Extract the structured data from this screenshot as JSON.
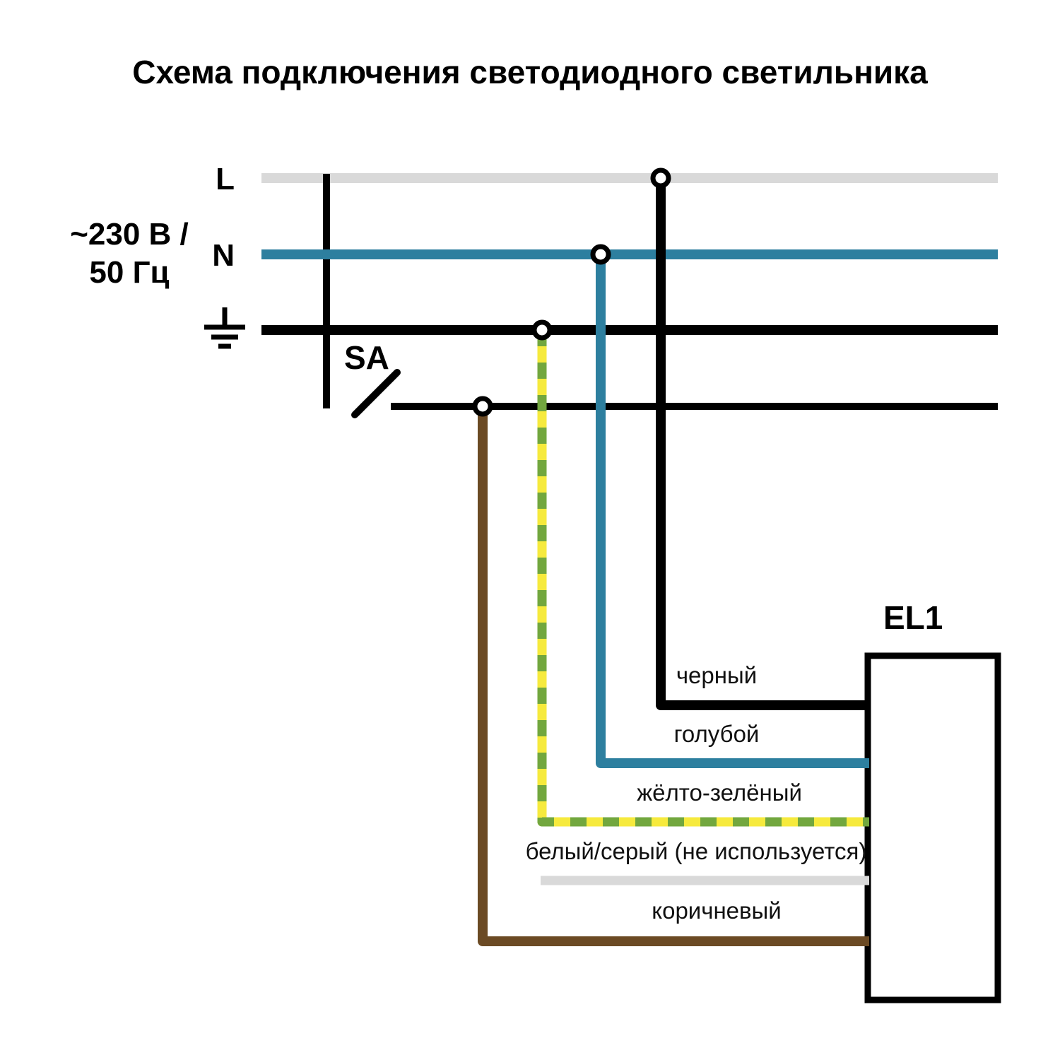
{
  "title": "Схема подключения светодиодного светильника",
  "power": {
    "voltage_line1": "~230 В /",
    "voltage_line2": "50 Гц",
    "line_label": "L",
    "neutral_label": "N"
  },
  "switch": {
    "label": "SA"
  },
  "luminaire": {
    "label": "EL1"
  },
  "buses": {
    "line_color": "#d9d9d9",
    "neutral_color": "#2d7f9f",
    "earth_color": "#000000"
  },
  "wires": [
    {
      "label": "черный",
      "color": "#000000"
    },
    {
      "label": "голубой",
      "color": "#2d7f9f"
    },
    {
      "label": "жёлто-зелёный",
      "color_base": "#f6ea3d",
      "color_dash": "#72a73e"
    },
    {
      "label": "белый/серый (не используется)",
      "color": "#d9d9d9"
    },
    {
      "label": "коричневый",
      "color": "#6b4a24"
    }
  ]
}
